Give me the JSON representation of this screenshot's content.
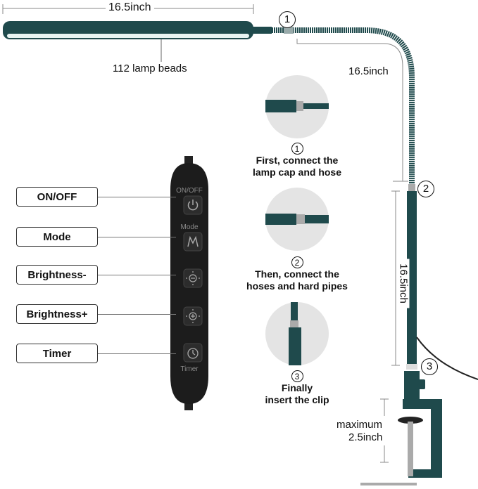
{
  "dimensions": {
    "lamp_width": "16.5inch",
    "hose_length": "16.5inch",
    "pipe_length": "16.5inch",
    "lamp_beads": "112 lamp beads",
    "clamp_max": [
      "maximum",
      "2.5inch"
    ]
  },
  "remote": {
    "buttons": [
      {
        "label": "ON/OFF",
        "icon": "power-icon",
        "caption": "ON/OFF"
      },
      {
        "label": "Mode",
        "icon": "mode-m-icon",
        "caption": "Mode"
      },
      {
        "label": "Brightness-",
        "icon": "sun-minus-icon",
        "caption": ""
      },
      {
        "label": "Brightness+",
        "icon": "sun-plus-icon",
        "caption": ""
      },
      {
        "label": "Timer",
        "icon": "timer-icon",
        "caption": "Timer"
      }
    ]
  },
  "steps": [
    {
      "number": "1",
      "lines": [
        "First, connect the",
        "lamp cap and hose"
      ]
    },
    {
      "number": "2",
      "lines": [
        "Then, connect the",
        "hoses and hard pipes"
      ]
    },
    {
      "number": "3",
      "lines": [
        "Finally",
        "insert the clip"
      ]
    }
  ],
  "callouts": [
    "1",
    "2",
    "3"
  ],
  "colors": {
    "lamp": "#1f4a4c",
    "remote": "#1c1c1c",
    "accent": "#2a5a5c"
  }
}
